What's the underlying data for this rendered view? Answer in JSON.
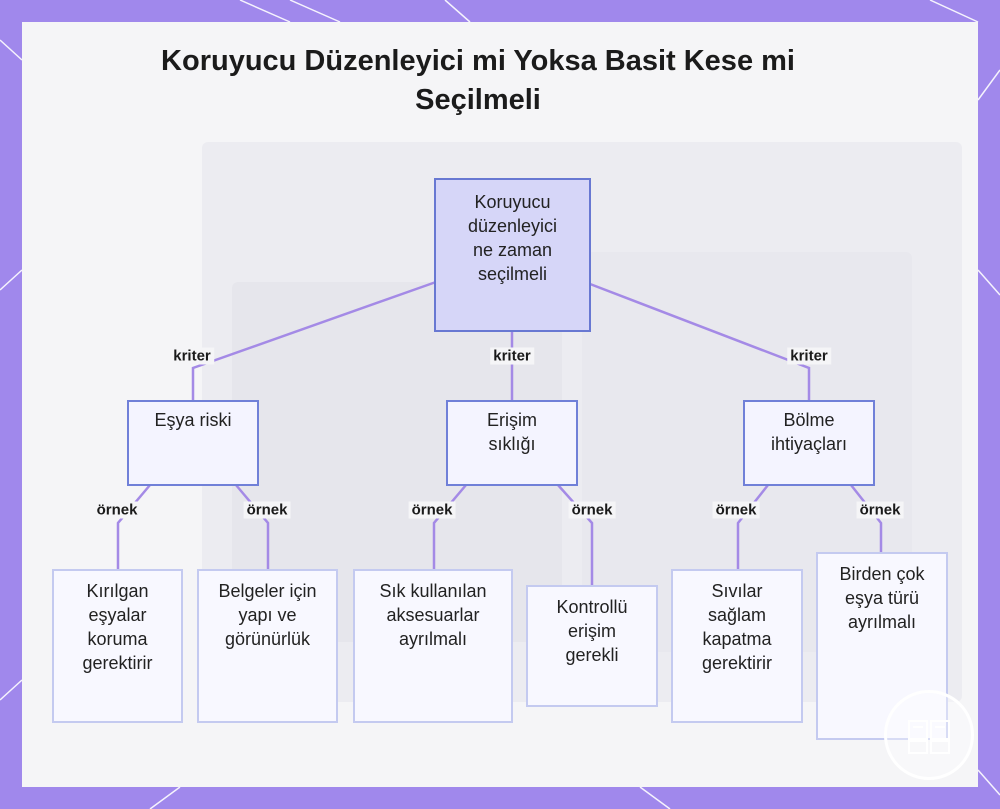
{
  "title": "Koruyucu Düzenleyici mi Yoksa Basit Kese mi Seçilmeli",
  "root": "Koruyucu düzenleyici ne zaman seçilmeli",
  "criteria_label": "kriter",
  "example_label": "örnek",
  "criteria": [
    {
      "label": "Eşya riski",
      "examples": [
        "Kırılgan eşyalar koruma gerektirir",
        "Belgeler için yapı ve görünürlük"
      ]
    },
    {
      "label": "Erişim sıklığı",
      "examples": [
        "Sık kullanılan aksesuarlar ayrılmalı",
        "Kontrollü erişim gerekli"
      ]
    },
    {
      "label": "Bölme ihtiyaçları",
      "examples": [
        "Sıvılar sağlam kapatma gerektirir",
        "Birden çok eşya türü ayrılmalı"
      ]
    }
  ],
  "colors": {
    "background": "#a088ec",
    "edge": "#a48ae6",
    "root_fill": "#d6d6f8",
    "root_border": "#6878d2",
    "node_border": "#7080d8",
    "leaf_border": "#c4caf0"
  }
}
